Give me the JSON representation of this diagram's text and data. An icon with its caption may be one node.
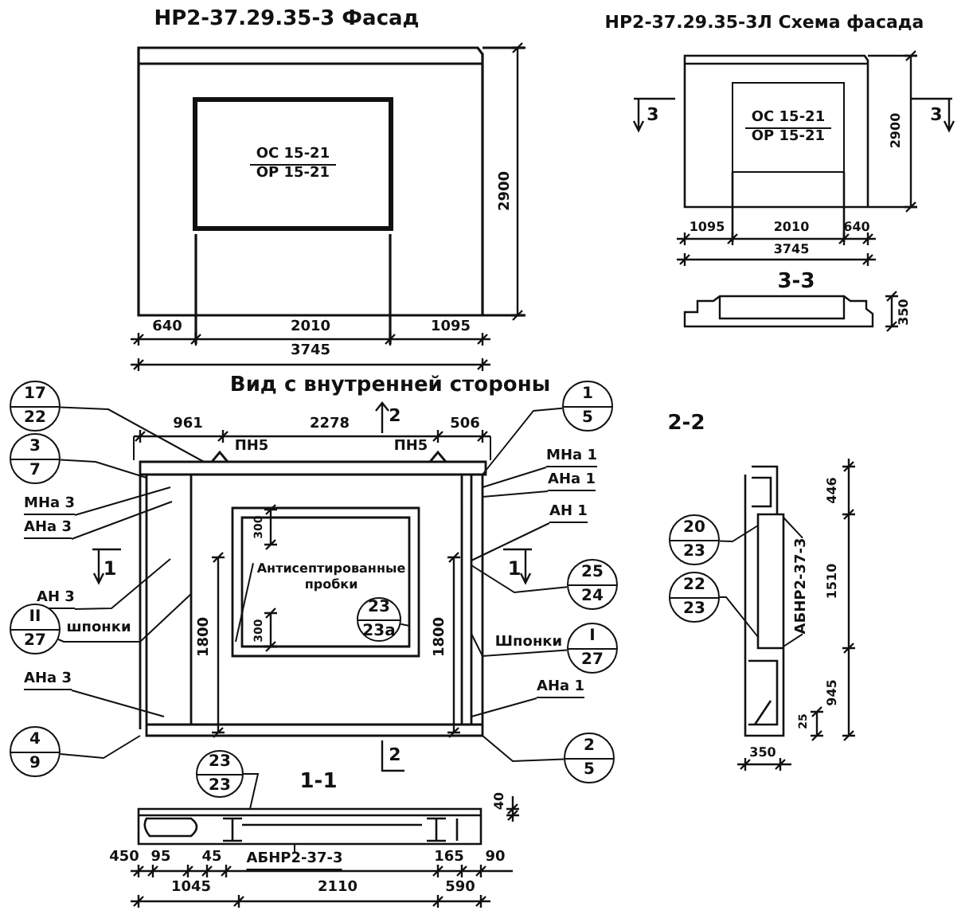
{
  "diagram": {
    "nodes": [
      {
        "text": [
          "ОС 15-21",
          "ОР 15-21"
        ]
      },
      {
        "text": [
          "ОС 15-21",
          "ОР 15-21"
        ]
      },
      {
        "text": [],
        "shape": "picture"
      },
      {
        "text": [
          "17",
          "22"
        ]
      },
      {
        "text": [
          "3",
          "7"
        ]
      },
      {
        "text": [
          "МНа 3"
        ]
      },
      {
        "text": [
          "АНа 3"
        ]
      },
      {
        "text": [
          "АН 3"
        ]
      },
      {
        "text": [
          "II",
          "27"
        ],
        "beside": [
          "шпонки"
        ]
      },
      {
        "text": [
          "АНа 3"
        ]
      },
      {
        "text": [
          "4",
          "9"
        ]
      },
      {
        "text": [
          "1",
          "5"
        ]
      },
      {
        "text": [
          "МНа 1"
        ]
      },
      {
        "text": [
          "АНа 1"
        ]
      },
      {
        "text": [
          "АН 1"
        ]
      },
      {
        "text": [
          "25",
          "24"
        ]
      },
      {
        "text": [
          "I",
          "27"
        ],
        "beside": [
          "Шпонки"
        ]
      },
      {
        "text": [
          "АНа 1"
        ]
      },
      {
        "text": [
          "2",
          "5"
        ]
      },
      {
        "text": [
          "Антисептированные пробки"
        ],
        "in": 2
      },
      {
        "text": [
          "23",
          "23а"
        ],
        "in": 2
      },
      {
        "text": [],
        "shape": "picture"
      },
      {
        "text": [
          "23",
          "23"
        ]
      },
      {
        "text": [
          "АБНР2-37-3"
        ]
      },
      {
        "text": [],
        "shape": "picture"
      },
      {
        "text": [
          "20",
          "23"
        ]
      },
      {
        "text": [
          "22",
          "23"
        ]
      },
      {
        "text": [
          "АБНР2-37-3"
        ]
      }
    ],
    "edges": [
      {
        "from": 3,
        "to": 2,
        "arrow": "none"
      },
      {
        "from": 4,
        "to": 2,
        "arrow": "none"
      },
      {
        "from": 5,
        "to": 2,
        "arrow": "none"
      },
      {
        "from": 6,
        "to": 2,
        "arrow": "none"
      },
      {
        "from": 7,
        "to": 2,
        "arrow": "none"
      },
      {
        "from": 8,
        "to": 2,
        "arrow": "none"
      },
      {
        "from": 9,
        "to": 2,
        "arrow": "none"
      },
      {
        "from": 10,
        "to": 2,
        "arrow": "none"
      },
      {
        "from": 11,
        "to": 2,
        "arrow": "none"
      },
      {
        "from": 12,
        "to": 2,
        "arrow": "none"
      },
      {
        "from": 13,
        "to": 2,
        "arrow": "none"
      },
      {
        "from": 14,
        "to": 2,
        "arrow": "none"
      },
      {
        "from": 15,
        "to": 2,
        "arrow": "none"
      },
      {
        "from": 16,
        "to": 2,
        "arrow": "none"
      },
      {
        "from": 17,
        "to": 2,
        "arrow": "none"
      },
      {
        "from": 18,
        "to": 2,
        "arrow": "none"
      },
      {
        "from": 19,
        "to": 2,
        "arrow": "none"
      },
      {
        "from": 20,
        "to": 2,
        "arrow": "none"
      },
      {
        "from": 22,
        "to": 21,
        "arrow": "none"
      },
      {
        "from": 23,
        "to": 21,
        "arrow": "none"
      },
      {
        "from": 25,
        "to": 24,
        "arrow": "none"
      },
      {
        "from": 26,
        "to": 24,
        "arrow": "none"
      },
      {
        "from": 27,
        "to": 24,
        "arrow": "none"
      },
      {
        "from": 27,
        "to": 24,
        "arrow": "none"
      }
    ],
    "labels": [
      "НР2-37.29.35-3 Фасад",
      "2900",
      "640",
      "2010",
      "1095",
      "3745",
      "НР2-37.29.35-3Л Схема фасада",
      "3",
      "3",
      "2900",
      "1095",
      "2010",
      "640",
      "3745",
      "3-3",
      "350",
      "Вид с внутренней стороны",
      "961",
      "2278",
      "506",
      "2",
      "ПН5",
      "ПН5",
      "1",
      "1",
      "300",
      "300",
      "1800",
      "1800",
      "2",
      "1-1",
      "40",
      "450",
      "95",
      "45",
      "165",
      "90",
      "1045",
      "2110",
      "590",
      "2-2",
      "446",
      "1510",
      "945",
      "25",
      "350"
    ]
  }
}
